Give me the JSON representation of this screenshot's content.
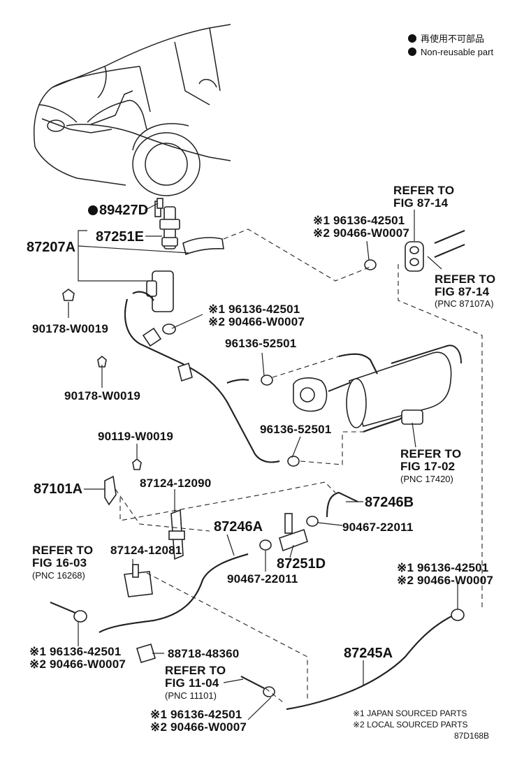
{
  "legend": {
    "line1": "再使用不可部品",
    "line2": "Non-reusable part"
  },
  "labels": {
    "p89427D": "89427D",
    "p87251E": "87251E",
    "p87207A": "87207A",
    "p90178_a": "90178-W0019",
    "p90178_b": "90178-W0019",
    "c_a1": "※1 96136-42501",
    "c_a2": "※2 90466-W0007",
    "p96136_52501_a": "96136-52501",
    "p96136_52501_b": "96136-52501",
    "refer_top1": "REFER TO",
    "refer_top2": "FIG 87-14",
    "c_tr1": "※1 96136-42501",
    "c_tr2": "※2 90466-W0007",
    "refer_r1": "REFER TO",
    "refer_r2": "FIG 87-14",
    "refer_r3": "(PNC 87107A)",
    "refer_17_1": "REFER TO",
    "refer_17_2": "FIG 17-02",
    "refer_17_3": "(PNC 17420)",
    "p90119": "90119-W0019",
    "p87101A": "87101A",
    "p87124_12090": "87124-12090",
    "p87246B": "87246B",
    "p87246A": "87246A",
    "p90467_a": "90467-22011",
    "p90467_b": "90467-22011",
    "p87251D": "87251D",
    "refer_16_1": "REFER TO",
    "refer_16_2": "FIG 16-03",
    "refer_16_3": "(PNC 16268)",
    "p87124_12081": "87124-12081",
    "c_bl1": "※1 96136-42501",
    "c_bl2": "※2 90466-W0007",
    "p88718": "88718-48360",
    "refer_11_1": "REFER TO",
    "refer_11_2": "FIG 11-04",
    "refer_11_3": "(PNC 11101)",
    "c_bm1": "※1 96136-42501",
    "c_bm2": "※2 90466-W0007",
    "c_mr1": "※1 96136-42501",
    "c_mr2": "※2 90466-W0007",
    "p87245A": "87245A",
    "note1": "※1 JAPAN SOURCED PARTS",
    "note2": "※2 LOCAL SOURCED PARTS",
    "fig_code": "87D168B"
  }
}
